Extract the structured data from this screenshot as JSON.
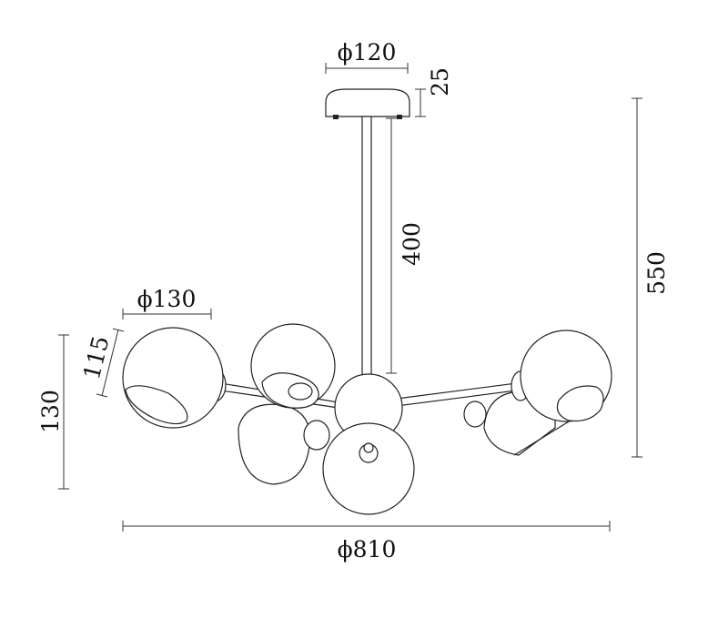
{
  "drawing": {
    "title": "Pendant lamp dimension drawing",
    "dimensions": {
      "canopy_diameter": "ϕ120",
      "canopy_height": "25",
      "rod_length": "400",
      "total_height": "550",
      "shade_diameter": "ϕ130",
      "shade_opening": "115",
      "shade_height": "130",
      "overall_diameter": "ϕ810"
    }
  }
}
